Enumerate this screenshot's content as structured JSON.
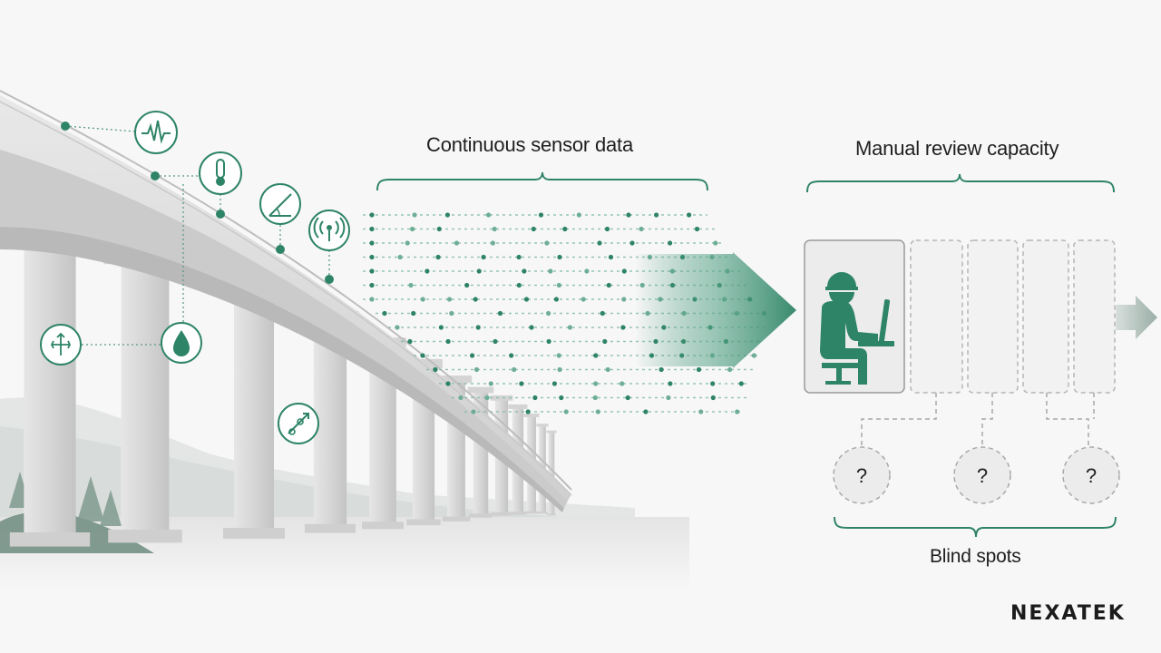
{
  "labels": {
    "stream_title": "Continuous sensor data",
    "review_title": "Manual review capacity",
    "blind_spots": "Blind spots"
  },
  "blind_spot_marks": [
    "?",
    "?",
    "?"
  ],
  "brand": {
    "logo_text": "NEXATEK"
  },
  "sensors": [
    {
      "icon": "vibration-icon"
    },
    {
      "icon": "thermometer-icon"
    },
    {
      "icon": "inclinometer-icon"
    },
    {
      "icon": "wireless-signal-icon"
    },
    {
      "icon": "displacement-icon"
    },
    {
      "icon": "water-drop-icon"
    },
    {
      "icon": "strain-gauge-icon"
    }
  ],
  "review_slots": [
    {
      "state": "occupied",
      "icon": "engineer-at-computer-icon"
    },
    {
      "state": "empty"
    },
    {
      "state": "empty"
    },
    {
      "state": "empty"
    },
    {
      "state": "empty"
    }
  ],
  "colors": {
    "accent": "#2e8466",
    "accent_light": "#7fb9a3",
    "structure": "#d9d9d9",
    "background": "#f7f7f7"
  }
}
